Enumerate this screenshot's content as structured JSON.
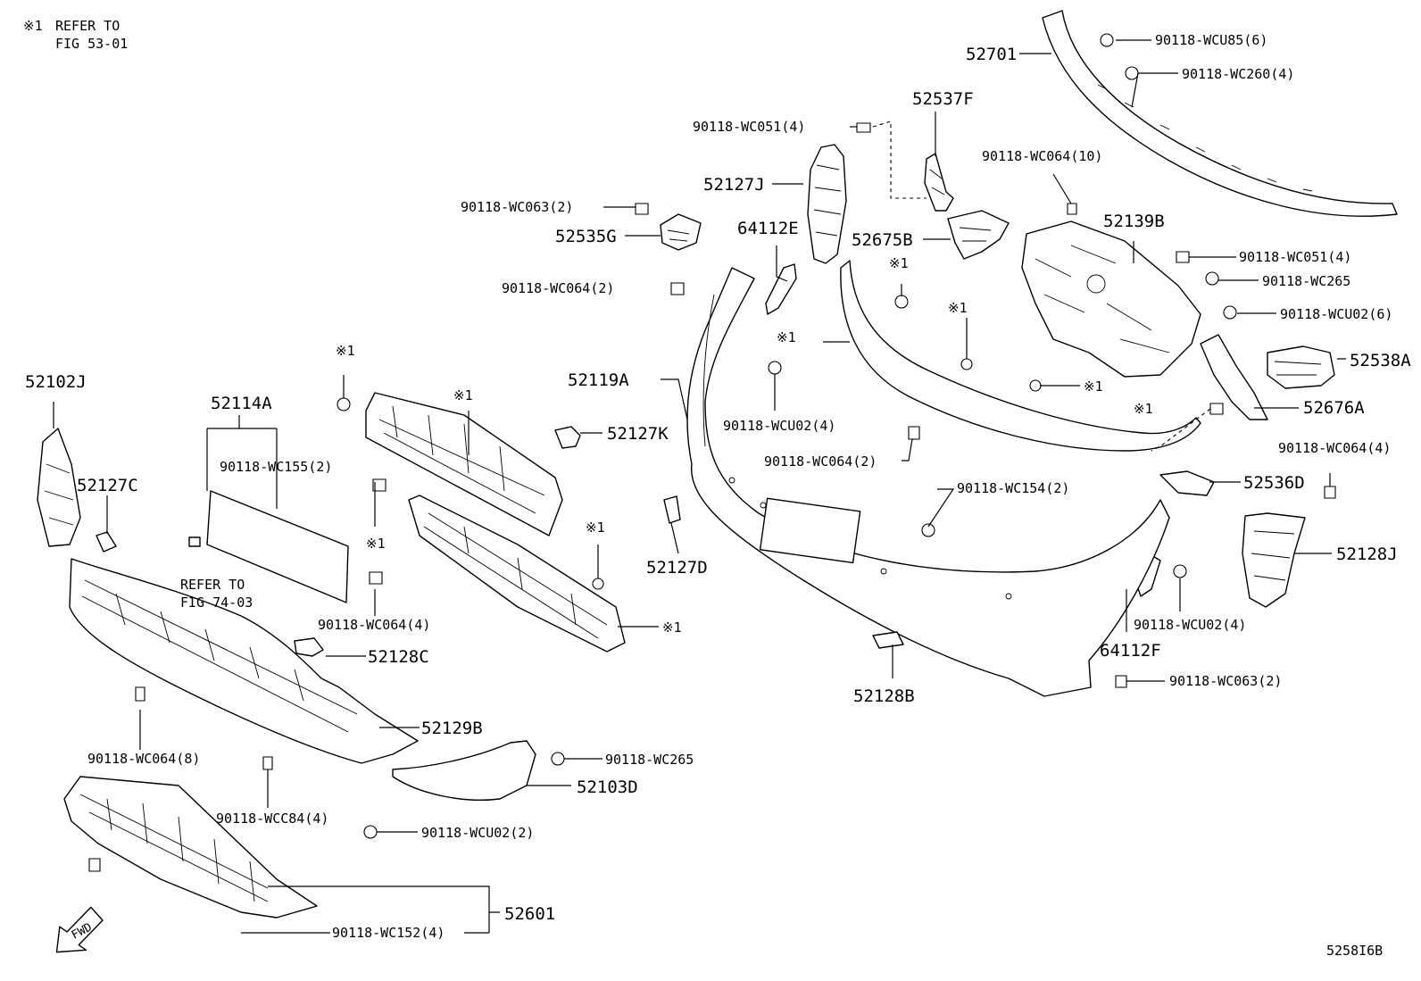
{
  "header": {
    "note_marker": "※1",
    "note_line1": "REFER TO",
    "note_line2": "FIG 53-01"
  },
  "refer_note": {
    "line1": "REFER TO",
    "line2": "FIG 74-03"
  },
  "fwd_label": "FWD",
  "diagram_id": "5258I6B",
  "marker_symbol": "※1",
  "parts": {
    "p52701": "52701",
    "p52537F": "52537F",
    "p52127J": "52127J",
    "p52535G": "52535G",
    "p64112E": "64112E",
    "p52675B": "52675B",
    "p52139B": "52139B",
    "p52538A": "52538A",
    "p52676A": "52676A",
    "p52536D": "52536D",
    "p52128J": "52128J",
    "p64112F": "64112F",
    "p52128B": "52128B",
    "p52119A": "52119A",
    "p52127K": "52127K",
    "p52127D": "52127D",
    "p52102J": "52102J",
    "p52114A": "52114A",
    "p52127C": "52127C",
    "p52128C": "52128C",
    "p52129B": "52129B",
    "p52103D": "52103D",
    "p52601": "52601"
  },
  "fasteners": {
    "f_wcu85_6": "90118-WCU85(6)",
    "f_wc260_4": "90118-WC260(4)",
    "f_wc051_4_top": "90118-WC051(4)",
    "f_wc064_10": "90118-WC064(10)",
    "f_wc063_2_top": "90118-WC063(2)",
    "f_wc064_2_left": "90118-WC064(2)",
    "f_wc051_4_right": "90118-WC051(4)",
    "f_wc265_right": "90118-WC265",
    "f_wcu02_6": "90118-WCU02(6)",
    "f_wcu02_4_mid": "90118-WCU02(4)",
    "f_wc064_2_mid": "90118-WC064(2)",
    "f_wc154_2": "90118-WC154(2)",
    "f_wc064_4_right": "90118-WC064(4)",
    "f_wcu02_4_right": "90118-WCU02(4)",
    "f_wc063_2_bottom": "90118-WC063(2)",
    "f_wc155_2": "90118-WC155(2)",
    "f_wc064_4_left": "90118-WC064(4)",
    "f_wc064_8": "90118-WC064(8)",
    "f_wc265_bottom": "90118-WC265",
    "f_wcc84_4": "90118-WCC84(4)",
    "f_wcu02_2": "90118-WCU02(2)",
    "f_wc152_4": "90118-WC152(4)"
  }
}
